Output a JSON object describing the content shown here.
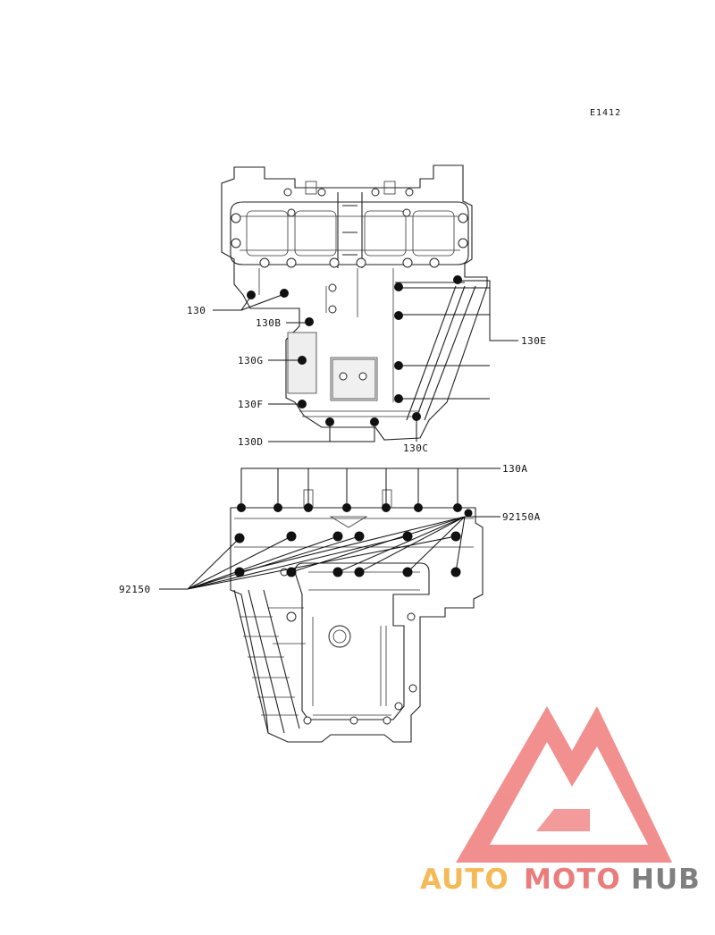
{
  "diagram_code": "E1412",
  "callouts": {
    "upper": {
      "c130": "130",
      "c130B": "130B",
      "c130G": "130G",
      "c130F": "130F",
      "c130D": "130D",
      "c130C": "130C",
      "c130E": "130E"
    },
    "lower": {
      "c130A": "130A",
      "c92150A": "92150A",
      "c92150": "92150"
    }
  },
  "watermark": {
    "part1": "AUTO",
    "part2": "MOTO",
    "part3": "HUB",
    "colors": {
      "logo": "#f08080",
      "auto": "#f5b041",
      "moto": "#e86a6a",
      "hub": "#6e6e6e"
    }
  }
}
